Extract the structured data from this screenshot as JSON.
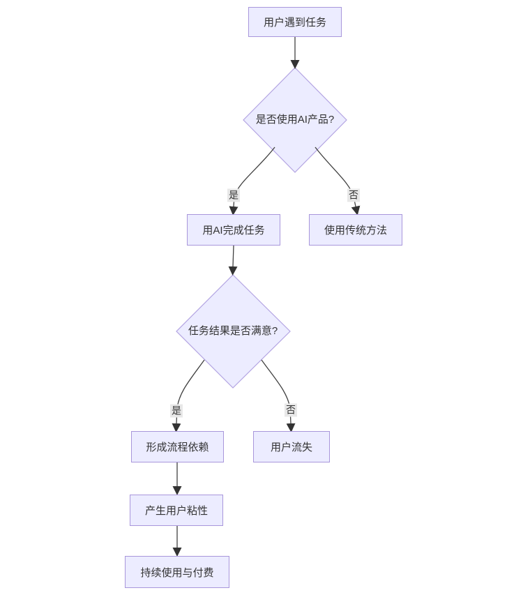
{
  "diagram": {
    "type": "flowchart",
    "direction": "top-down",
    "nodes": [
      {
        "id": "A",
        "shape": "rect",
        "label": "用户遇到任务"
      },
      {
        "id": "B",
        "shape": "diamond",
        "label": "是否使用AI产品?"
      },
      {
        "id": "C",
        "shape": "rect",
        "label": "用AI完成任务"
      },
      {
        "id": "D",
        "shape": "rect",
        "label": "使用传统方法"
      },
      {
        "id": "E",
        "shape": "diamond",
        "label": "任务结果是否满意?"
      },
      {
        "id": "F",
        "shape": "rect",
        "label": "形成流程依赖"
      },
      {
        "id": "G",
        "shape": "rect",
        "label": "用户流失"
      },
      {
        "id": "H",
        "shape": "rect",
        "label": "产生用户粘性"
      },
      {
        "id": "I",
        "shape": "rect",
        "label": "持续使用与付费"
      }
    ],
    "edges": [
      {
        "from": "A",
        "to": "B",
        "label": ""
      },
      {
        "from": "B",
        "to": "C",
        "label": "是"
      },
      {
        "from": "B",
        "to": "D",
        "label": "否"
      },
      {
        "from": "C",
        "to": "E",
        "label": ""
      },
      {
        "from": "E",
        "to": "F",
        "label": "是"
      },
      {
        "from": "E",
        "to": "G",
        "label": "否"
      },
      {
        "from": "F",
        "to": "H",
        "label": ""
      },
      {
        "from": "H",
        "to": "I",
        "label": ""
      }
    ],
    "colors": {
      "node_fill": "#ECECFF",
      "node_border": "#a896db",
      "edge_line": "#404040",
      "arrowhead": "#333333",
      "edge_label_bg": "#e8e8e8",
      "text": "#333333",
      "background": "#ffffff"
    }
  }
}
